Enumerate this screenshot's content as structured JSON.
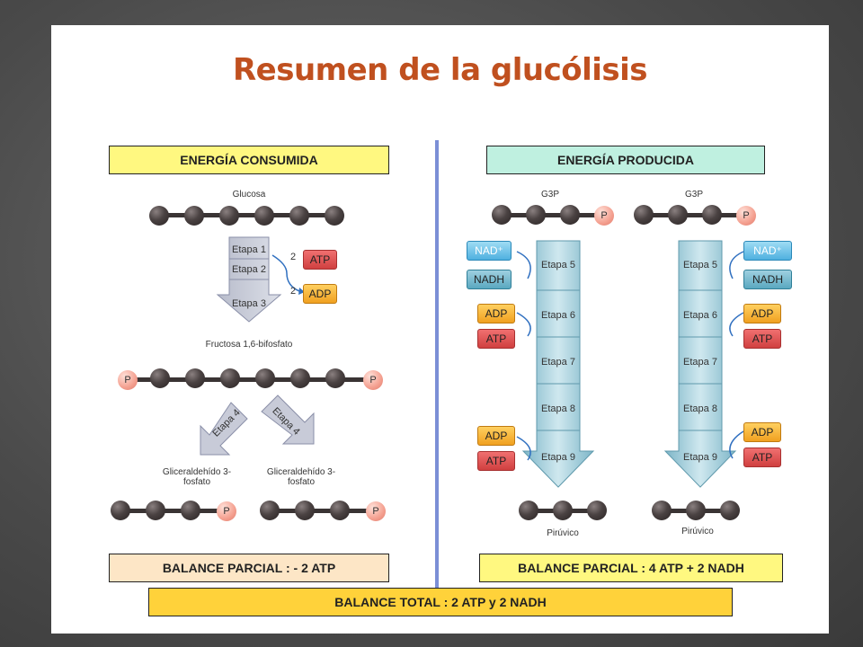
{
  "title": "Resumen de la glucólisis",
  "left": {
    "header": "ENERGÍA CONSUMIDA",
    "glucosa": "Glucosa",
    "etapa1": "Etapa 1",
    "etapa2": "Etapa 2",
    "etapa3": "Etapa 3",
    "num1": "2",
    "num2": "2",
    "atp": "ATP",
    "adp": "ADP",
    "fructosa": "Fructosa 1,6-bifosfato",
    "p": "P",
    "etapa4": "Etapa 4",
    "g3p_label": "Gliceraldehído 3-fosfato",
    "balance": "BALANCE PARCIAL : - 2 ATP"
  },
  "right": {
    "header": "ENERGÍA PRODUCIDA",
    "g3p": "G3P",
    "p": "P",
    "nadplus": "NAD⁺",
    "nadh": "NADH",
    "adp": "ADP",
    "atp": "ATP",
    "etapas": [
      "Etapa 5",
      "Etapa 6",
      "Etapa 7",
      "Etapa 8",
      "Etapa 9"
    ],
    "piruvico": "Pirúvico",
    "balance": "BALANCE PARCIAL : 4 ATP + 2 NADH"
  },
  "total": "BALANCE TOTAL : 2 ATP y  2 NADH",
  "colors": {
    "title": "#c0501f",
    "left_header_bg": "#fff880",
    "right_header_bg": "#bff0e0",
    "left_balance_bg": "#fde6c6",
    "right_balance_bg": "#fff880",
    "total_bg": "#ffd23a",
    "divider": "#7b8fd6"
  }
}
